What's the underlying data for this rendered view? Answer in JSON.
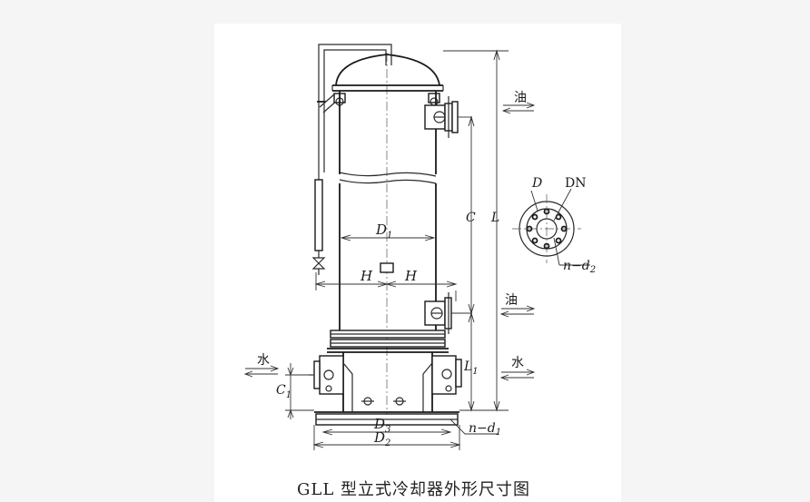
{
  "caption": "GLL 型立式冷却器外形尺寸图",
  "labels": {
    "oil_top": "油",
    "oil_mid": "油",
    "water_left": "水",
    "water_right": "水",
    "D": "D",
    "DN": "DN",
    "n_d2": "n−d",
    "n_d2_sub": "2",
    "n_d1": "n−d",
    "n_d1_sub": "1",
    "D1": "D",
    "D1_sub": "1",
    "D2": "D",
    "D2_sub": "2",
    "D3": "D",
    "D3_sub": "3",
    "H_left": "H",
    "H_right": "H",
    "C": "C",
    "L": "L",
    "L1": "L",
    "L1_sub": "1",
    "C1": "C",
    "C1_sub": "1"
  }
}
